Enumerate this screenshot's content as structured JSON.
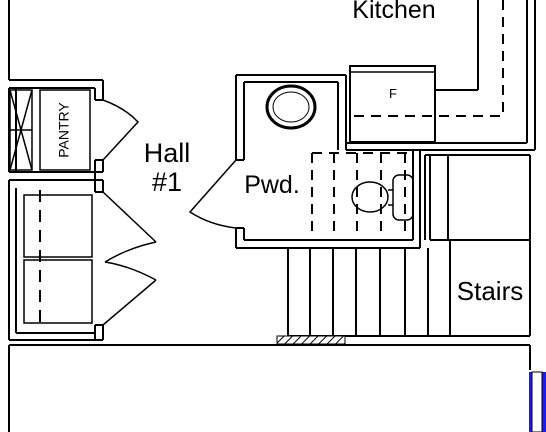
{
  "plan": {
    "labels": {
      "kitchen": "Kitchen",
      "pantry": "PANTRY",
      "hall_line1": "Hall",
      "hall_line2": "#1",
      "powder": "Pwd.",
      "stairs": "Stairs",
      "fridge": "F"
    },
    "colors": {
      "line": "#000000",
      "background": "#ffffff",
      "window_accent": "#1a1aff"
    }
  }
}
